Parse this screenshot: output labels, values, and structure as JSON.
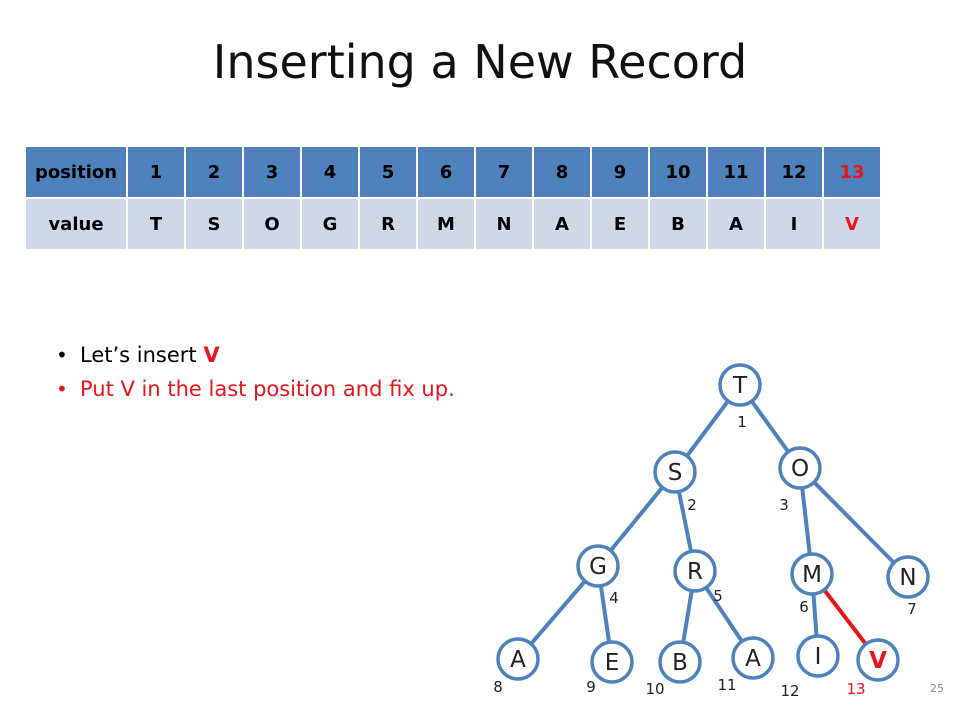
{
  "slide": {
    "title": "Inserting a New Record",
    "page_number": "25"
  },
  "table": {
    "position_label": "position",
    "value_label": "value",
    "positions": [
      "1",
      "2",
      "3",
      "4",
      "5",
      "6",
      "7",
      "8",
      "9",
      "10",
      "11",
      "12",
      "13"
    ],
    "values": [
      "T",
      "S",
      "O",
      "G",
      "R",
      "M",
      "N",
      "A",
      "E",
      "B",
      "A",
      "I",
      "V"
    ],
    "highlight_index": 12,
    "colors": {
      "header_row": "#4f81bd",
      "value_row": "#d0d8e8",
      "highlight": "#e8141b"
    }
  },
  "bullets": {
    "b1_prefix": "Let’s insert ",
    "b1_highlight": "V",
    "b2": "Put V in the last position and fix up."
  },
  "tree": {
    "nodes": [
      {
        "letter": "T",
        "index": "1"
      },
      {
        "letter": "S",
        "index": "2"
      },
      {
        "letter": "O",
        "index": "3"
      },
      {
        "letter": "G",
        "index": "4"
      },
      {
        "letter": "R",
        "index": "5"
      },
      {
        "letter": "M",
        "index": "6"
      },
      {
        "letter": "N",
        "index": "7"
      },
      {
        "letter": "A",
        "index": "8"
      },
      {
        "letter": "E",
        "index": "9"
      },
      {
        "letter": "B",
        "index": "10"
      },
      {
        "letter": "A",
        "index": "11"
      },
      {
        "letter": "I",
        "index": "12"
      },
      {
        "letter": "V",
        "index": "13"
      }
    ],
    "new_node_index": 13,
    "colors": {
      "edge": "#4f81bd",
      "new_edge": "#e8141b",
      "node_fill": "#ffffff",
      "node_stroke": "#4f81bd"
    }
  }
}
